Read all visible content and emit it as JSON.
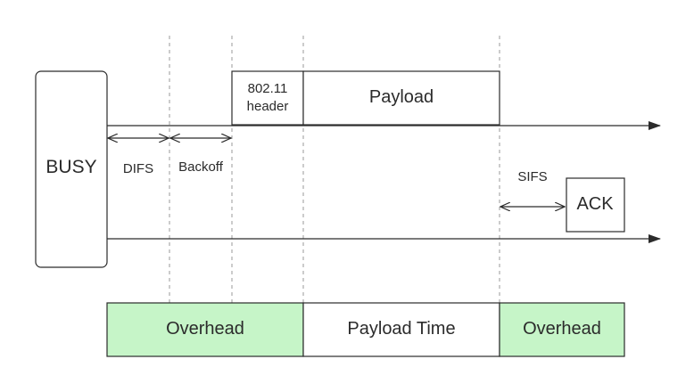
{
  "diagram": {
    "busy_label": "BUSY",
    "header_label_line1": "802.11",
    "header_label_line2": "header",
    "payload_label": "Payload",
    "difs_label": "DIFS",
    "backoff_label": "Backoff",
    "sifs_label": "SIFS",
    "ack_label": "ACK",
    "timeline": {
      "overhead_left": "Overhead",
      "payload_time": "Payload Time",
      "overhead_right": "Overhead"
    },
    "colors": {
      "overhead_fill": "#c6f5c8",
      "line": "#2b2b2b",
      "dashed": "#999999"
    }
  }
}
